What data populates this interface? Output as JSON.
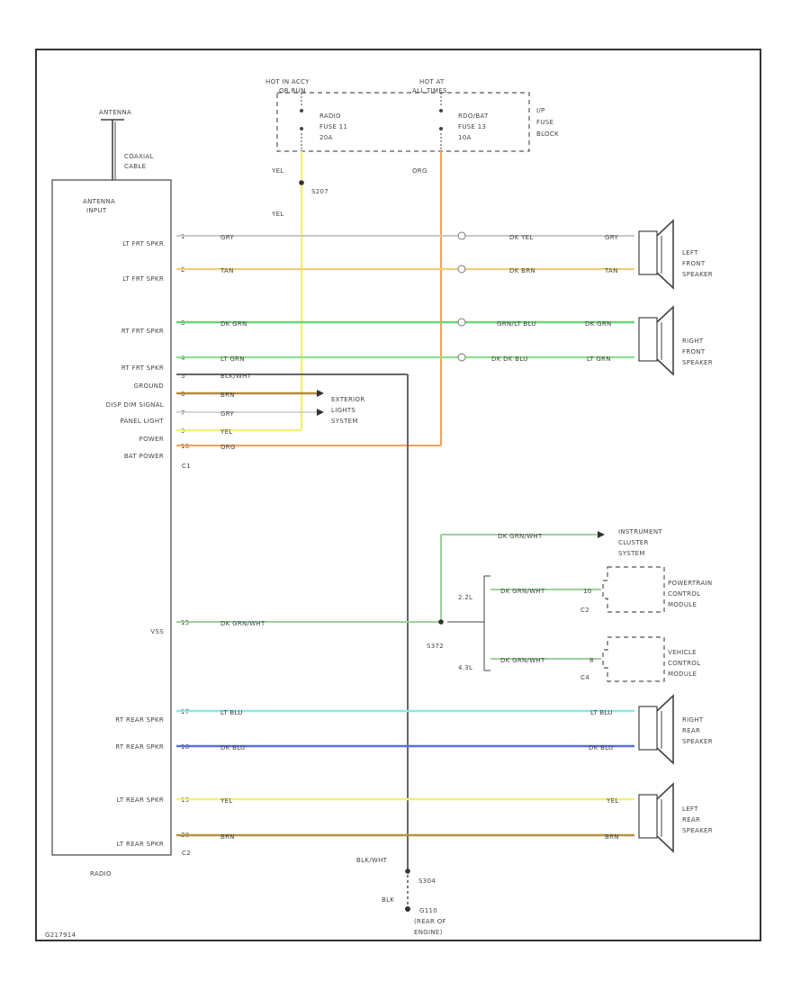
{
  "diagram": {
    "code": "G217914",
    "antenna": {
      "label": "ANTENNA",
      "cable_label": [
        "COAXIAL",
        "CABLE"
      ]
    },
    "radio": {
      "name": "RADIO",
      "antenna_input": [
        "ANTENNA",
        "INPUT"
      ],
      "connector_c1": "C1",
      "connector_c2": "C2",
      "pins": [
        {
          "label": "LT FRT SPKR",
          "pin": "1"
        },
        {
          "label": "LT FRT SPKR",
          "pin": "2"
        },
        {
          "label": "RT FRT SPKR",
          "pin": "3"
        },
        {
          "label": "RT FRT SPKR",
          "pin": "4"
        },
        {
          "label": "GROUND",
          "pin": "5"
        },
        {
          "label": "DISP DIM SIGNAL",
          "pin": "6"
        },
        {
          "label": "PANEL LIGHT",
          "pin": "7"
        },
        {
          "label": "POWER",
          "pin": "9"
        },
        {
          "label": "BAT POWER",
          "pin": "10"
        },
        {
          "label": "VSS",
          "pin": "15"
        },
        {
          "label": "RT REAR SPKR",
          "pin": "17"
        },
        {
          "label": "RT REAR SPKR",
          "pin": "18"
        },
        {
          "label": "LT REAR SPKR",
          "pin": "19"
        },
        {
          "label": "LT REAR SPKR",
          "pin": "20"
        }
      ]
    },
    "fuse_block": {
      "label": [
        "I/P",
        "FUSE",
        "BLOCK"
      ],
      "hot_left": [
        "HOT IN ACCY",
        "OR RUN"
      ],
      "hot_right": [
        "HOT AT",
        "ALL TIMES"
      ],
      "fuse_left": [
        "RADIO",
        "FUSE 11",
        "20A"
      ],
      "fuse_right": [
        "RDO/BAT",
        "FUSE 13",
        "10A"
      ]
    },
    "wires": {
      "yel": "YEL",
      "org": "ORG",
      "gry": "GRY",
      "tan": "TAN",
      "dk_grn": "DK GRN",
      "lt_grn": "LT GRN",
      "blk_wht": "BLK/WHT",
      "brn": "BRN",
      "dk_grn_wht": "DK GRN/WHT",
      "lt_blu": "LT BLU",
      "dk_blu": "DK BLU",
      "blk": "BLK",
      "dk_yel": "DK YEL",
      "dk_brn": "DK BRN",
      "grn_lt_blu": "GRN/LT BLU",
      "dk_dk_blu": "DK DK BLU"
    },
    "splices": {
      "s207": "S207",
      "s372": "S372",
      "s304": "S304"
    },
    "ground": [
      "G110",
      "(REAR OF",
      "ENGINE)"
    ],
    "speakers": {
      "left_front": [
        "LEFT",
        "FRONT",
        "SPEAKER"
      ],
      "right_front": [
        "RIGHT",
        "FRONT",
        "SPEAKER"
      ],
      "right_rear": [
        "RIGHT",
        "REAR",
        "SPEAKER"
      ],
      "left_rear": [
        "LEFT",
        "REAR",
        "SPEAKER"
      ]
    },
    "systems": {
      "exterior_lights": [
        "EXTERIOR",
        "LIGHTS",
        "SYSTEM"
      ],
      "instrument_cluster": [
        "INSTRUMENT",
        "CLUSTER",
        "SYSTEM"
      ],
      "pcm": [
        "POWERTRAIN",
        "CONTROL",
        "MODULE"
      ],
      "vcm": [
        "VEHICLE",
        "CONTROL",
        "MODULE"
      ]
    },
    "engine_options": {
      "e22": "2.2L",
      "e43": "4.3L"
    },
    "module_pins": {
      "pcm_pin": "10",
      "vcm_pin": "8",
      "pcm_conn": "C2",
      "vcm_conn": "C4"
    },
    "colors": {
      "yel": "#f2f07a",
      "org": "#f5a05a",
      "gry": "#c8c8c8",
      "tan": "#f0cf7a",
      "dk_grn": "#6fd27a",
      "lt_grn": "#8ee08e",
      "dk_grn_wht": "#9bd29b",
      "brn": "#b58a3a",
      "lt_blu": "#8fe6ee",
      "dk_blu": "#5c6fe0",
      "dk_brn": "#b8933c"
    }
  }
}
